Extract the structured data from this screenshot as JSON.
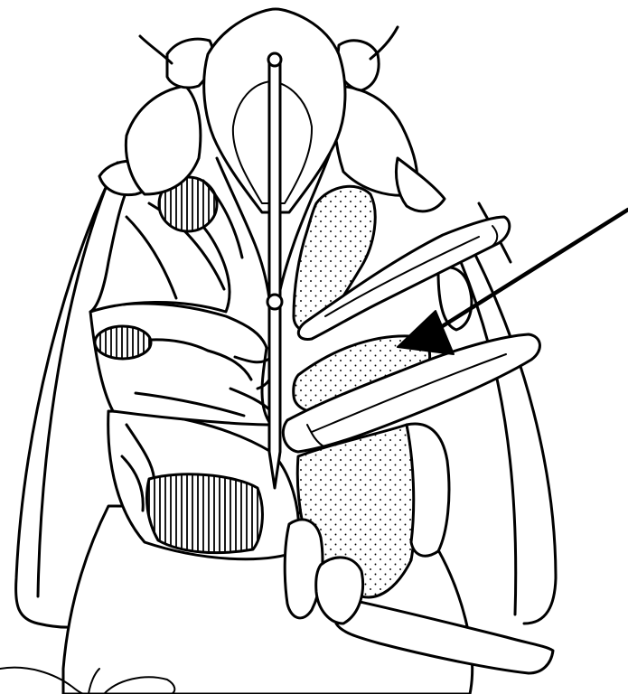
{
  "figure": {
    "subject": "insect-head-ventral-line-drawing",
    "line_color": "#000000",
    "background_color": "#ffffff",
    "pattern_legend": {
      "stippled": "dotted-region",
      "striped": "vertically-hatched-region"
    },
    "pointer": {
      "type": "arrow",
      "color": "#000000",
      "count": 1
    }
  }
}
